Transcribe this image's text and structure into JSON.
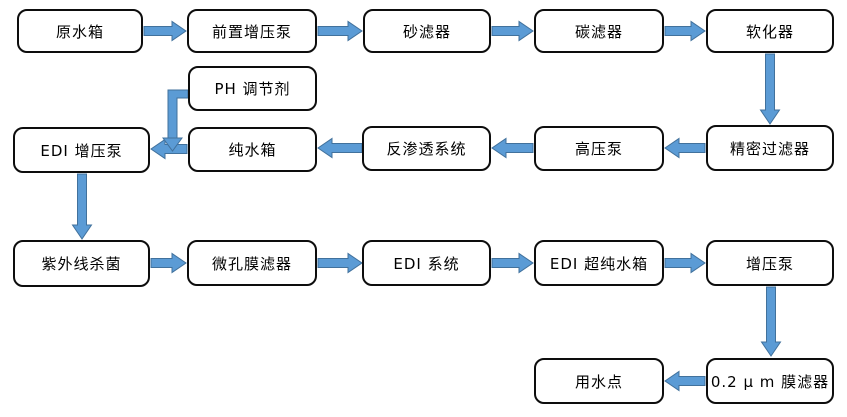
{
  "flowchart": {
    "nodes": [
      {
        "id": "raw-water-tank",
        "label": "原水箱"
      },
      {
        "id": "pre-booster-pump",
        "label": "前置增压泵"
      },
      {
        "id": "sand-filter",
        "label": "砂滤器"
      },
      {
        "id": "carbon-filter",
        "label": "碳滤器"
      },
      {
        "id": "softener",
        "label": "软化器"
      },
      {
        "id": "ph-adjuster",
        "label": "PH 调节剂"
      },
      {
        "id": "edi-booster-pump",
        "label": "EDI 增压泵"
      },
      {
        "id": "pure-water-tank",
        "label": "纯水箱"
      },
      {
        "id": "reverse-osmosis-system",
        "label": "反渗透系统"
      },
      {
        "id": "high-pressure-pump",
        "label": "高压泵"
      },
      {
        "id": "precision-filter",
        "label": "精密过滤器"
      },
      {
        "id": "uv-sterilizer",
        "label": "紫外线杀菌"
      },
      {
        "id": "microporous-membrane-filter",
        "label": "微孔膜滤器"
      },
      {
        "id": "edi-system",
        "label": "EDI 系统"
      },
      {
        "id": "edi-ultrapure-water-tank",
        "label": "EDI 超纯水箱"
      },
      {
        "id": "booster-pump",
        "label": "增压泵"
      },
      {
        "id": "point-of-use",
        "label": "用水点"
      },
      {
        "id": "membrane-filter-0-2um",
        "label": "0.2 μ m 膜滤器"
      }
    ],
    "edges": [
      {
        "from": "raw-water-tank",
        "to": "pre-booster-pump",
        "direction": "right"
      },
      {
        "from": "pre-booster-pump",
        "to": "sand-filter",
        "direction": "right"
      },
      {
        "from": "sand-filter",
        "to": "carbon-filter",
        "direction": "right"
      },
      {
        "from": "carbon-filter",
        "to": "softener",
        "direction": "right"
      },
      {
        "from": "softener",
        "to": "precision-filter",
        "direction": "down"
      },
      {
        "from": "precision-filter",
        "to": "high-pressure-pump",
        "direction": "left"
      },
      {
        "from": "high-pressure-pump",
        "to": "reverse-osmosis-system",
        "direction": "left"
      },
      {
        "from": "reverse-osmosis-system",
        "to": "pure-water-tank",
        "direction": "left"
      },
      {
        "from": "pure-water-tank",
        "to": "edi-booster-pump",
        "direction": "left"
      },
      {
        "from": "ph-adjuster",
        "to": "pure-water-tank-to-edi-booster-pump-line",
        "direction": "elbow-down"
      },
      {
        "from": "edi-booster-pump",
        "to": "uv-sterilizer",
        "direction": "down"
      },
      {
        "from": "uv-sterilizer",
        "to": "microporous-membrane-filter",
        "direction": "right"
      },
      {
        "from": "microporous-membrane-filter",
        "to": "edi-system",
        "direction": "right"
      },
      {
        "from": "edi-system",
        "to": "edi-ultrapure-water-tank",
        "direction": "right"
      },
      {
        "from": "edi-ultrapure-water-tank",
        "to": "booster-pump",
        "direction": "right"
      },
      {
        "from": "booster-pump",
        "to": "membrane-filter-0-2um",
        "direction": "down"
      },
      {
        "from": "membrane-filter-0-2um",
        "to": "point-of-use",
        "direction": "left"
      }
    ],
    "colors": {
      "arrow_fill": "#5B9BD5",
      "arrow_border": "#41719C",
      "box_border": "#0d0d0d",
      "box_fill": "#ffffff",
      "text": "#000000",
      "background": "#ffffff"
    }
  }
}
